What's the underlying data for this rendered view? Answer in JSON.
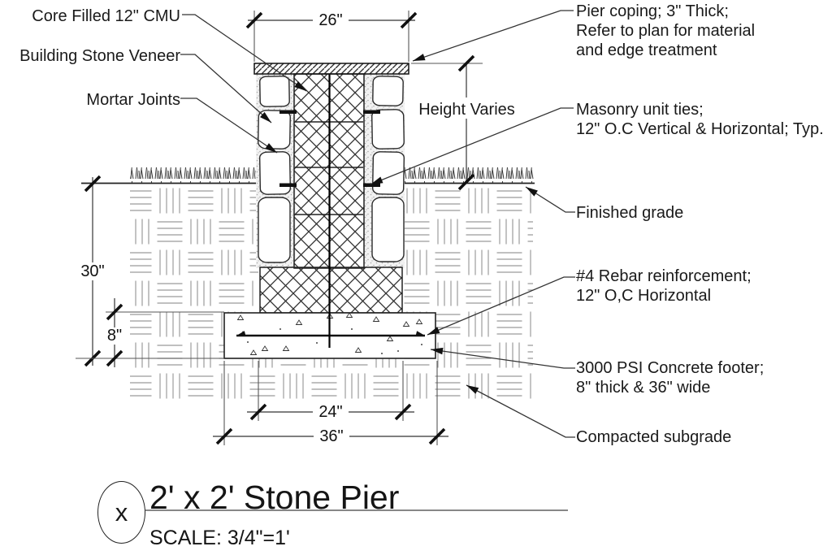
{
  "labels": {
    "core_cmu": "Core Filled 12\" CMU",
    "stone_veneer": "Building Stone Veneer",
    "mortar_joints": "Mortar Joints",
    "pier_coping_1": "Pier coping; 3\" Thick;",
    "pier_coping_2": "Refer to plan for material",
    "pier_coping_3": "and edge treatment",
    "height_varies": "Height Varies",
    "masonry_ties_1": "Masonry unit ties;",
    "masonry_ties_2": "12\" O.C Vertical & Horizontal; Typ.",
    "finished_grade": "Finished grade",
    "rebar_1": "#4 Rebar reinforcement;",
    "rebar_2": "12\" O,C Horizontal",
    "footer_1": "3000 PSI Concrete footer;",
    "footer_2": "8\" thick & 36\" wide",
    "compacted_subgrade": "Compacted subgrade"
  },
  "dimensions": {
    "coping_width": "26\"",
    "depth_below_grade": "30\"",
    "footer_thickness": "8\"",
    "pier_width": "24\"",
    "footer_width": "36\""
  },
  "title_block": {
    "detail_letter": "x",
    "title": "2' x 2' Stone Pier",
    "scale": "SCALE: 3/4\"=1'"
  },
  "colors": {
    "ink": "#1a1a1a",
    "hatch_gray": "#9b9b9b",
    "underline_gray": "#878787"
  }
}
